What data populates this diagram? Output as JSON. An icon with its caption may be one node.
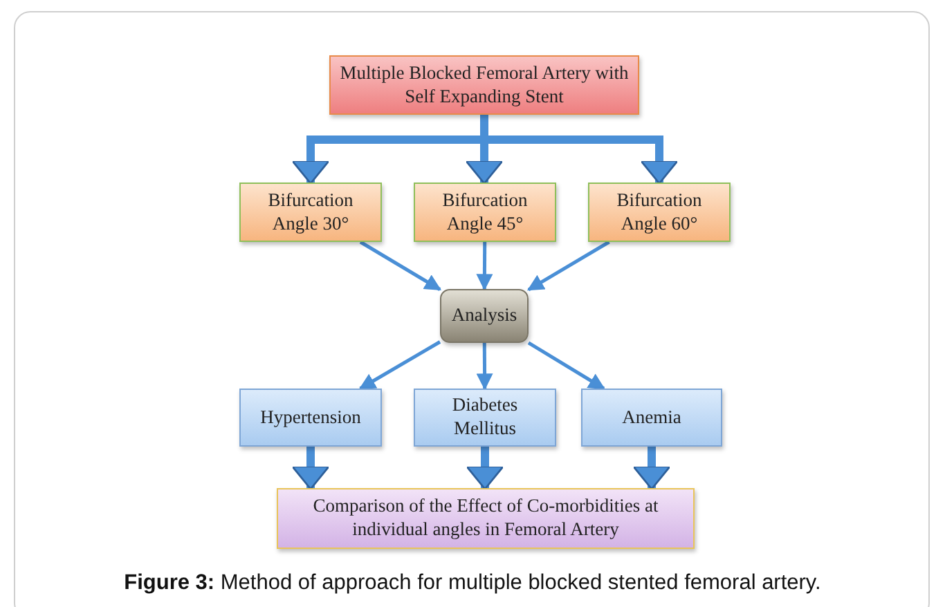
{
  "diagram": {
    "caption": "**Figure 3:** Method of approach for multiple blocked stented femoral artery.",
    "nodes": [
      {
        "text": [
          "Multiple Blocked Femoral Artery with Self Expanding Stent"
        ]
      },
      {
        "text": [
          "Bifurcation Angle 30°"
        ]
      },
      {
        "text": [
          "Bifurcation Angle 45°"
        ]
      },
      {
        "text": [
          "Bifurcation Angle 60°"
        ]
      },
      {
        "text": [
          "Analysis"
        ]
      },
      {
        "text": [
          "Hypertension"
        ]
      },
      {
        "text": [
          "Diabetes Mellitus"
        ]
      },
      {
        "text": [
          "Anemia"
        ]
      },
      {
        "text": [
          "Comparison of the Effect of Co-morbidities at individual angles in Femoral Artery"
        ]
      }
    ],
    "edges": [
      {
        "from": 0,
        "to": 1,
        "arrow": "to",
        "style": "thick"
      },
      {
        "from": 0,
        "to": 2,
        "arrow": "to",
        "style": "thick"
      },
      {
        "from": 0,
        "to": 3,
        "arrow": "to",
        "style": "thick"
      },
      {
        "from": 1,
        "to": 4,
        "arrow": "to"
      },
      {
        "from": 2,
        "to": 4,
        "arrow": "to"
      },
      {
        "from": 3,
        "to": 4,
        "arrow": "to"
      },
      {
        "from": 4,
        "to": 5,
        "arrow": "to"
      },
      {
        "from": 4,
        "to": 6,
        "arrow": "to"
      },
      {
        "from": 4,
        "to": 7,
        "arrow": "to"
      },
      {
        "from": 5,
        "to": 8,
        "arrow": "to",
        "style": "thick"
      },
      {
        "from": 6,
        "to": 8,
        "arrow": "to",
        "style": "thick"
      },
      {
        "from": 7,
        "to": 8,
        "arrow": "to",
        "style": "thick"
      }
    ]
  }
}
